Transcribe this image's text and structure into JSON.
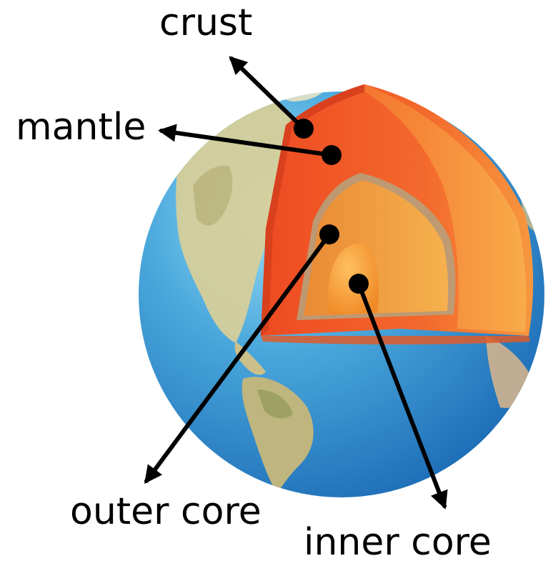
{
  "labels": {
    "crust": "crust",
    "mantle": "mantle",
    "outer_core": "outer core",
    "inner_core": "inner core"
  },
  "colors": {
    "ocean": "#2f86cf",
    "ocean_light": "#8fd4f0",
    "land": "#cdbf8a",
    "crust": "#f0522a",
    "mantle": "#f26a2e",
    "mantle_light": "#f7983f",
    "outer_core": "#f49a3a",
    "inner_core": "#f7a23a",
    "pointer": "#000000"
  }
}
